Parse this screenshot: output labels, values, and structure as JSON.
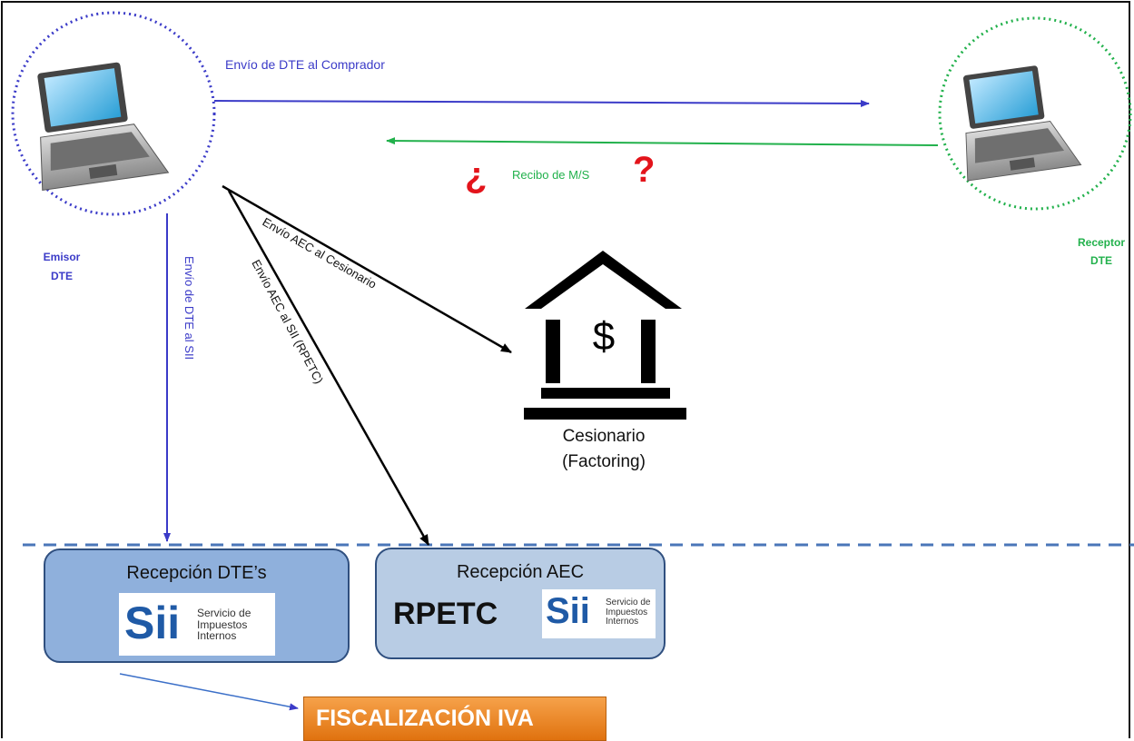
{
  "arrows": {
    "emisor_to_comprador": "Envío de DTE al Comprador",
    "receptor_to_emisor": "Recibo de M/S",
    "question_open": "¿",
    "question_close": "?",
    "emisor_to_sii": "Envío de DTE al SII",
    "aec_to_cesionario": "Envío AEC al Cesionario",
    "aec_to_sii": "Envío AEC al SII (RPETC)"
  },
  "nodes": {
    "emisor": {
      "line1": "Emisor",
      "line2": "DTE"
    },
    "receptor": {
      "line1": "Receptor",
      "line2": "DTE"
    },
    "cesionario": {
      "line1": "Cesionario",
      "line2": "(Factoring)",
      "symbol": "$"
    }
  },
  "boxes": {
    "recepcion_dte": {
      "title": "Recepción DTE’s"
    },
    "recepcion_aec": {
      "title": "Recepción AEC",
      "subtitle": "RPETC"
    }
  },
  "sii_logo": {
    "mark": "Sii",
    "line1": "Servicio de",
    "line2": "Impuestos",
    "line3": "Internos"
  },
  "fiscalizacion": "FISCALIZACIÓN IVA",
  "colors": {
    "blue_arrow": "#3b3bc8",
    "green_arrow": "#22b14c",
    "black_arrow": "#000000",
    "question": "#e3141b",
    "dashed_line": "#4a76b8",
    "box_dte": "#8fb0dc",
    "box_aec": "#b8cce4",
    "fiscalizacion": "#f0882a"
  }
}
